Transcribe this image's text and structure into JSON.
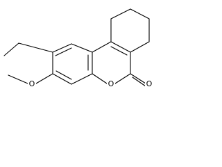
{
  "structure": {
    "labels": {
      "methoxy_oxygen": "O",
      "ring_oxygen": "O",
      "carbonyl_oxygen": "O"
    }
  }
}
